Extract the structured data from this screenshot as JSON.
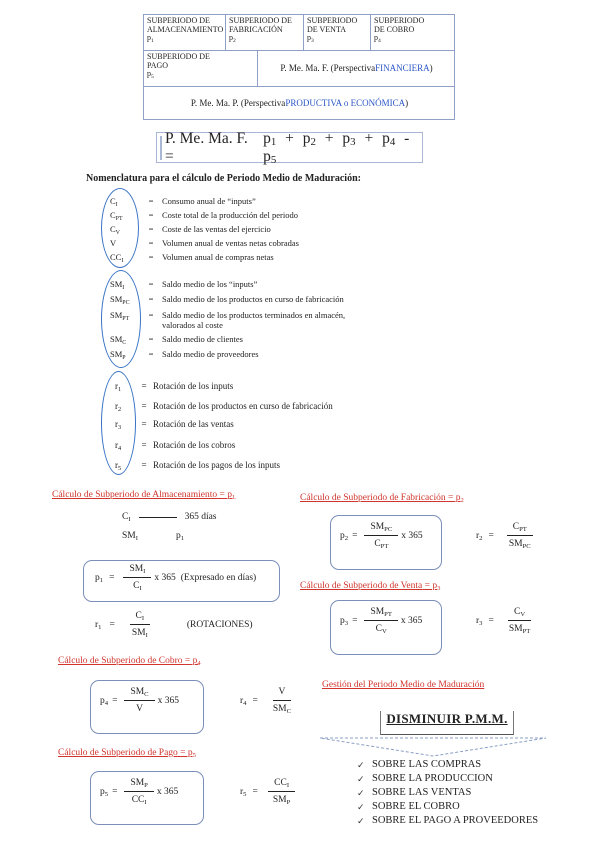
{
  "table": {
    "c1": [
      "Subperiodo de",
      "almacenamiento"
    ],
    "c1_sym": "p1",
    "c2": [
      "Subperiodo de",
      "fabricación"
    ],
    "c2_sym": "p2",
    "c3": [
      "Subperiodo",
      "de venta"
    ],
    "c3_sym": "p3",
    "c4": [
      "Subperiodo",
      "de cobro"
    ],
    "c4_sym": "p4",
    "c5": [
      "Subperiodo de",
      "pago"
    ],
    "c5_sym": "p5",
    "pmmf_prefix": "P. Me. Ma. F. (Perspectiva ",
    "pmmf_highlight": "FINANCIERA",
    "pmmf_suffix": ")",
    "pmmp_prefix": "P. Me. Ma. P. (Perspectiva ",
    "pmmp_highlight": "PRODUCTIVA o ECONÓMICA",
    "pmmp_suffix": ")"
  },
  "formula": {
    "lhs": "P. Me. Ma. F. =",
    "terms": [
      "p",
      "1",
      "+",
      "p",
      "2",
      "+",
      "p",
      "3",
      "+",
      "p",
      "4",
      "-",
      "p",
      "5"
    ]
  },
  "nomenclature": {
    "title": "Nomenclatura para el cálculo de Periodo Medio de Maduración:",
    "dash": "=",
    "group1": [
      {
        "s": "C",
        "sub": "I",
        "t": "Consumo anual de “inputs”"
      },
      {
        "s": "C",
        "sub": "PT",
        "t": "Coste total de la producción del periodo"
      },
      {
        "s": "C",
        "sub": "V",
        "t": "Coste de las ventas del ejercicio"
      },
      {
        "s": "V",
        "sub": "",
        "t": "Volumen anual de ventas netas cobradas"
      },
      {
        "s": "CC",
        "sub": "I",
        "t": "Volumen anual de compras netas"
      }
    ],
    "group2": [
      {
        "s": "SM",
        "sub": "I",
        "t": "Saldo medio de los “inputs”"
      },
      {
        "s": "SM",
        "sub": "PC",
        "t": "Saldo medio de los productos en curso de fabricación"
      },
      {
        "s": "SM",
        "sub": "PT",
        "t": "Saldo medio de los productos terminados en almacén,",
        "t2": "valorados al coste"
      },
      {
        "s": "SM",
        "sub": "C",
        "t": "Saldo medio de clientes"
      },
      {
        "s": "SM",
        "sub": "P",
        "t": "Saldo medio de proveedores"
      }
    ],
    "group3": [
      {
        "s": "r",
        "sub": "1",
        "t": "Rotación de los inputs"
      },
      {
        "s": "r",
        "sub": "2",
        "t": "Rotación de los productos en curso de fabricación"
      },
      {
        "s": "r",
        "sub": "3",
        "t": "Rotación de las ventas"
      },
      {
        "s": "r",
        "sub": "4",
        "t": "Rotación de los cobros"
      },
      {
        "s": "r",
        "sub": "5",
        "t": "Rotación de los pagos de los inputs"
      }
    ]
  },
  "sections": {
    "alm": "Cálculo de Subperiodo de Almacenamiento",
    "alm_p": "p",
    "alm_days": "365 días",
    "alm_expr": "(Expresado en días)",
    "alm_rot": "(ROTACIONES)",
    "fab": "Cálculo de Subperiodo de Fabricación",
    "venta": "Cálculo de Subperiodo de Venta",
    "cobro": "Cálculo de Subperiodo de Cobro",
    "pago": "Cálculo de Subperiodo de Pago",
    "eq": "=",
    "times365": "x  365"
  },
  "gestion": {
    "title": "Gestión del Periodo Medio de Maduración",
    "box": "DISMINUIR P.M.M.",
    "items": [
      "SOBRE LAS COMPRAS",
      "SOBRE LA PRODUCCION",
      "SOBRE LAS VENTAS",
      "SOBRE EL COBRO",
      "SOBRE EL PAGO A PROVEEDORES"
    ],
    "check": "✓"
  },
  "colors": {
    "accent_red": "#d0342c",
    "accent_blue": "#2a56c6",
    "oval_blue": "#3a74c4"
  }
}
